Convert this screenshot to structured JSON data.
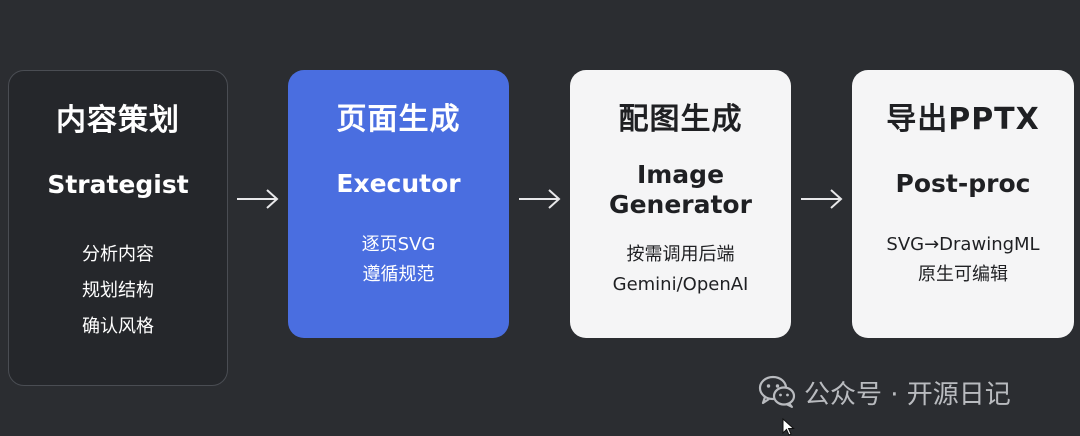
{
  "steps": [
    {
      "title": "内容策划",
      "subtitle": "Strategist",
      "lines": [
        "分析内容",
        "规划结构",
        "确认风格"
      ]
    },
    {
      "title": "页面生成",
      "subtitle": "Executor",
      "lines": [
        "逐页SVG",
        "遵循规范"
      ]
    },
    {
      "title": "配图生成",
      "subtitle": "Image\nGenerator",
      "lines": [
        "按需调用后端",
        "Gemini/OpenAI"
      ]
    },
    {
      "title": "导出PPTX",
      "subtitle": "Post-proc",
      "lines": [
        "SVG→DrawingML",
        "原生可编辑"
      ]
    }
  ],
  "watermark": {
    "text": "公众号 · 开源日记",
    "icon": "wechat-icon"
  },
  "colors": {
    "background": "#2b2d31",
    "active_card": "#4a6ee0",
    "light_card": "#f5f5f6",
    "dark_card": "#25272b"
  }
}
